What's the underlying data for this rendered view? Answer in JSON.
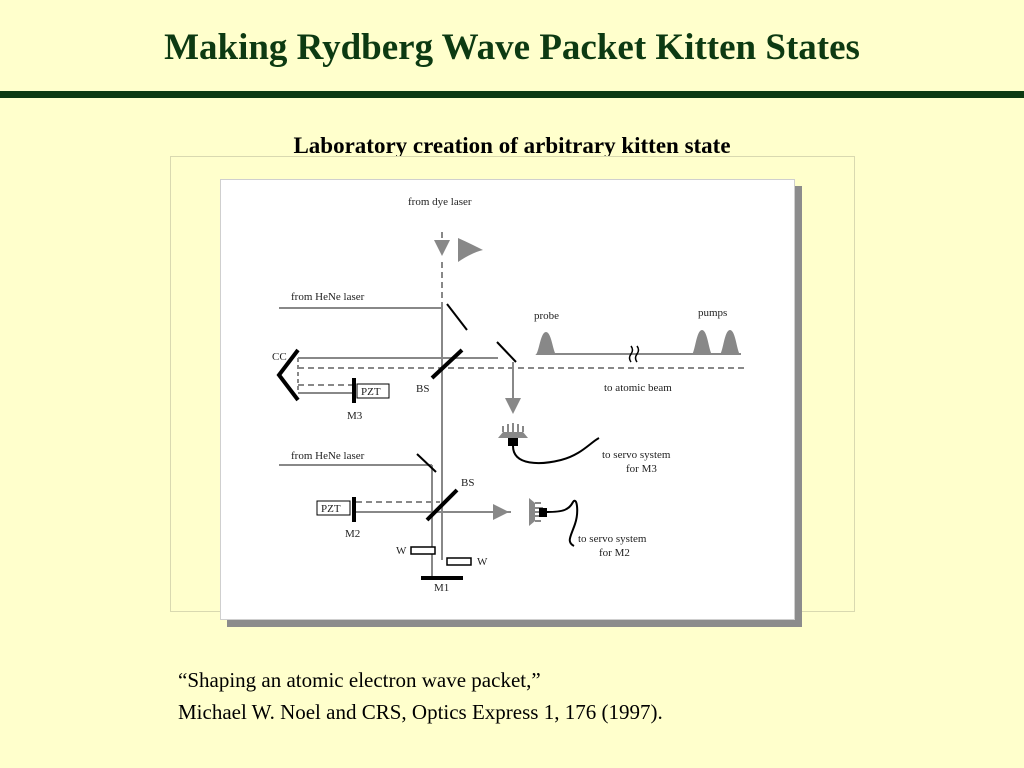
{
  "slide": {
    "title": "Making Rydberg Wave Packet Kitten States",
    "subtitle": "Laboratory creation of arbitrary kitten state"
  },
  "diagram": {
    "labels": {
      "from_dye_laser": "from dye laser",
      "from_hene_laser_top": "from HeNe laser",
      "from_hene_laser_bottom": "from HeNe laser",
      "cc": "CC",
      "pzt_top": "PZT",
      "m3": "M3",
      "bs_top": "BS",
      "probe": "probe",
      "pumps": "pumps",
      "to_atomic_beam": "to atomic beam",
      "to_servo_m3_line1": "to servo system",
      "to_servo_m3_line2": "for M3",
      "bs_bottom": "BS",
      "pzt_bottom": "PZT",
      "m2": "M2",
      "w_left": "W",
      "w_right": "W",
      "m1": "M1",
      "to_servo_m2_line1": "to servo system",
      "to_servo_m2_line2": "for M2"
    }
  },
  "citation": {
    "line1": "“Shaping an atomic electron wave packet,”",
    "line2": "Michael W. Noel and CRS, Optics Express 1, 176 (1997)."
  }
}
